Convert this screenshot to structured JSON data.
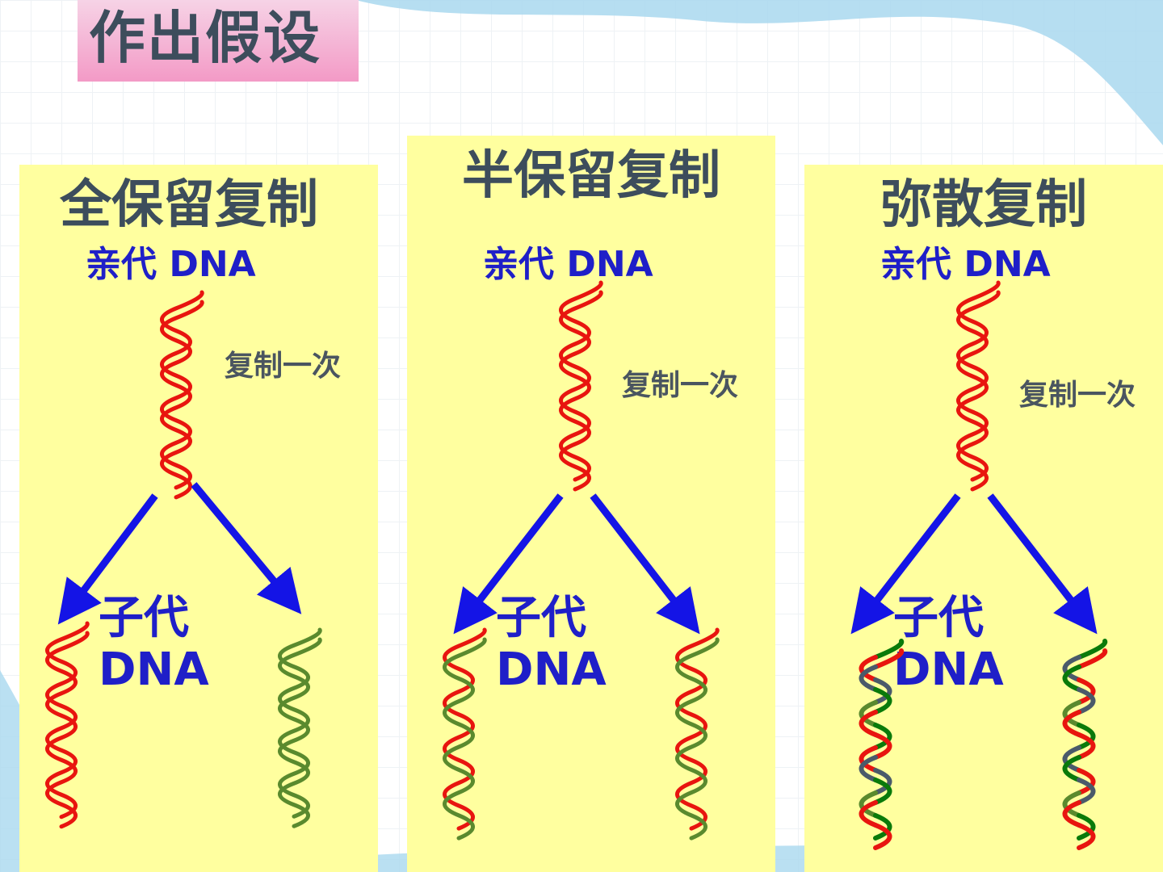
{
  "slide_title": "作出假设",
  "panels": [
    {
      "title": "全保留复制",
      "parent_label": "亲代 DNA",
      "replicate_label": "复制一次",
      "child_label_line1": "子代",
      "child_label_line2": "DNA"
    },
    {
      "title": "半保留复制",
      "parent_label": "亲代 DNA",
      "replicate_label": "复制一次",
      "child_label_line1": "子代",
      "child_label_line2": "DNA"
    },
    {
      "title": "弥散复制",
      "parent_label": "亲代 DNA",
      "replicate_label": "复制一次",
      "child_label_line1": "子代",
      "child_label_line2": "DNA"
    }
  ],
  "colors": {
    "parent_strand": "#e8150f",
    "new_strand": "#5a8a2e",
    "dispersive_new": "#0a7a0a",
    "dispersive_gray": "#4a5a6a",
    "arrow": "#1414e6",
    "panel_bg": "#ffff9f",
    "title_bg": "#f39ac6"
  }
}
